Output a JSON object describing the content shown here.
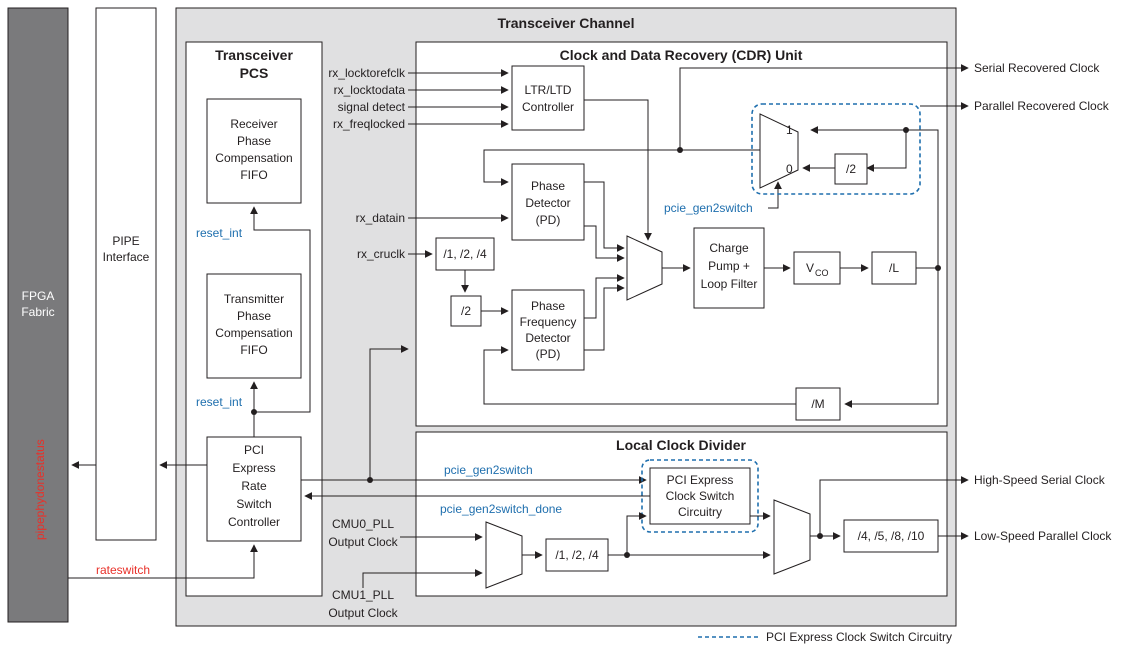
{
  "fpga": {
    "line1": "FPGA",
    "line2": "Fabric",
    "status_signal": "pipephydonestatus",
    "rateswitch": "rateswitch"
  },
  "pipe": {
    "line1": "PIPE",
    "line2": "Interface"
  },
  "channel": {
    "title": "Transceiver Channel"
  },
  "pcs": {
    "title1": "Transceiver",
    "title2": "PCS",
    "rx_fifo": [
      "Receiver",
      "Phase",
      "Compensation",
      "FIFO"
    ],
    "tx_fifo": [
      "Transmitter",
      "Phase",
      "Compensation",
      "FIFO"
    ],
    "reset_top": "reset_int",
    "reset_bottom": "reset_int",
    "rate_ctrl": [
      "PCI",
      "Express",
      "Rate",
      "Switch",
      "Controller"
    ]
  },
  "cdr": {
    "title": "Clock and Data Recovery (CDR) Unit",
    "inputs": [
      "rx_locktorefclk",
      "rx_locktodata",
      "signal detect",
      "rx_freqlocked"
    ],
    "ltr": [
      "LTR/LTD",
      "Controller"
    ],
    "pd": [
      "Phase",
      "Detector",
      "(PD)"
    ],
    "pfd": [
      "Phase",
      "Frequency",
      "Detector",
      "(PD)"
    ],
    "rx_datain": "rx_datain",
    "rx_cruclk": "rx_cruclk",
    "div_in": "/1, /2, /4",
    "div2a": "/2",
    "div2b": "/2",
    "charge_pump": [
      "Charge",
      "Pump +",
      "Loop Filter"
    ],
    "vco_main": "V",
    "vco_sub": "CO",
    "div_l": "/L",
    "div_m": "/M",
    "mux_in1": "1",
    "mux_in0": "0",
    "gen2switch": "pcie_gen2switch"
  },
  "outputs": {
    "serial_recovered": "Serial Recovered Clock",
    "parallel_recovered": "Parallel Recovered Clock",
    "hs_serial": "High-Speed Serial Clock",
    "ls_parallel": "Low-Speed Parallel Clock"
  },
  "lcd": {
    "title": "Local Clock Divider",
    "gen2switch": "pcie_gen2switch",
    "gen2switch_done": "pcie_gen2switch_done",
    "switch_circuit": [
      "PCI Express",
      "Clock Switch",
      "Circuitry"
    ],
    "cmu0": [
      "CMU0_PLL",
      "Output Clock"
    ],
    "cmu1": [
      "CMU1_PLL",
      "Output Clock"
    ],
    "div124": "/1, /2, /4",
    "div_out": "/4, /5, /8, /10"
  },
  "legend": {
    "label": "PCI Express Clock Switch Circuitry"
  },
  "colors": {
    "signal_blue": "#1f6fae",
    "signal_red": "#e8312a",
    "fpga_gray": "#7a7a7c",
    "channel_gray": "#e0e0e1"
  }
}
